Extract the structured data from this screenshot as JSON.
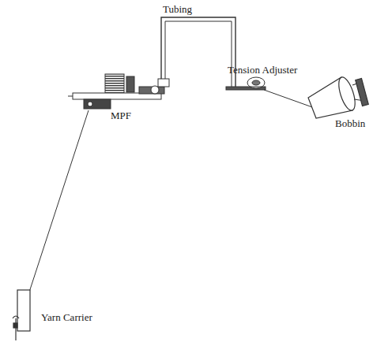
{
  "diagram": {
    "labels": [
      "Tubing",
      "Tension Adjuster",
      "MPF",
      "Bobbin",
      "Yarn Carrier"
    ]
  }
}
